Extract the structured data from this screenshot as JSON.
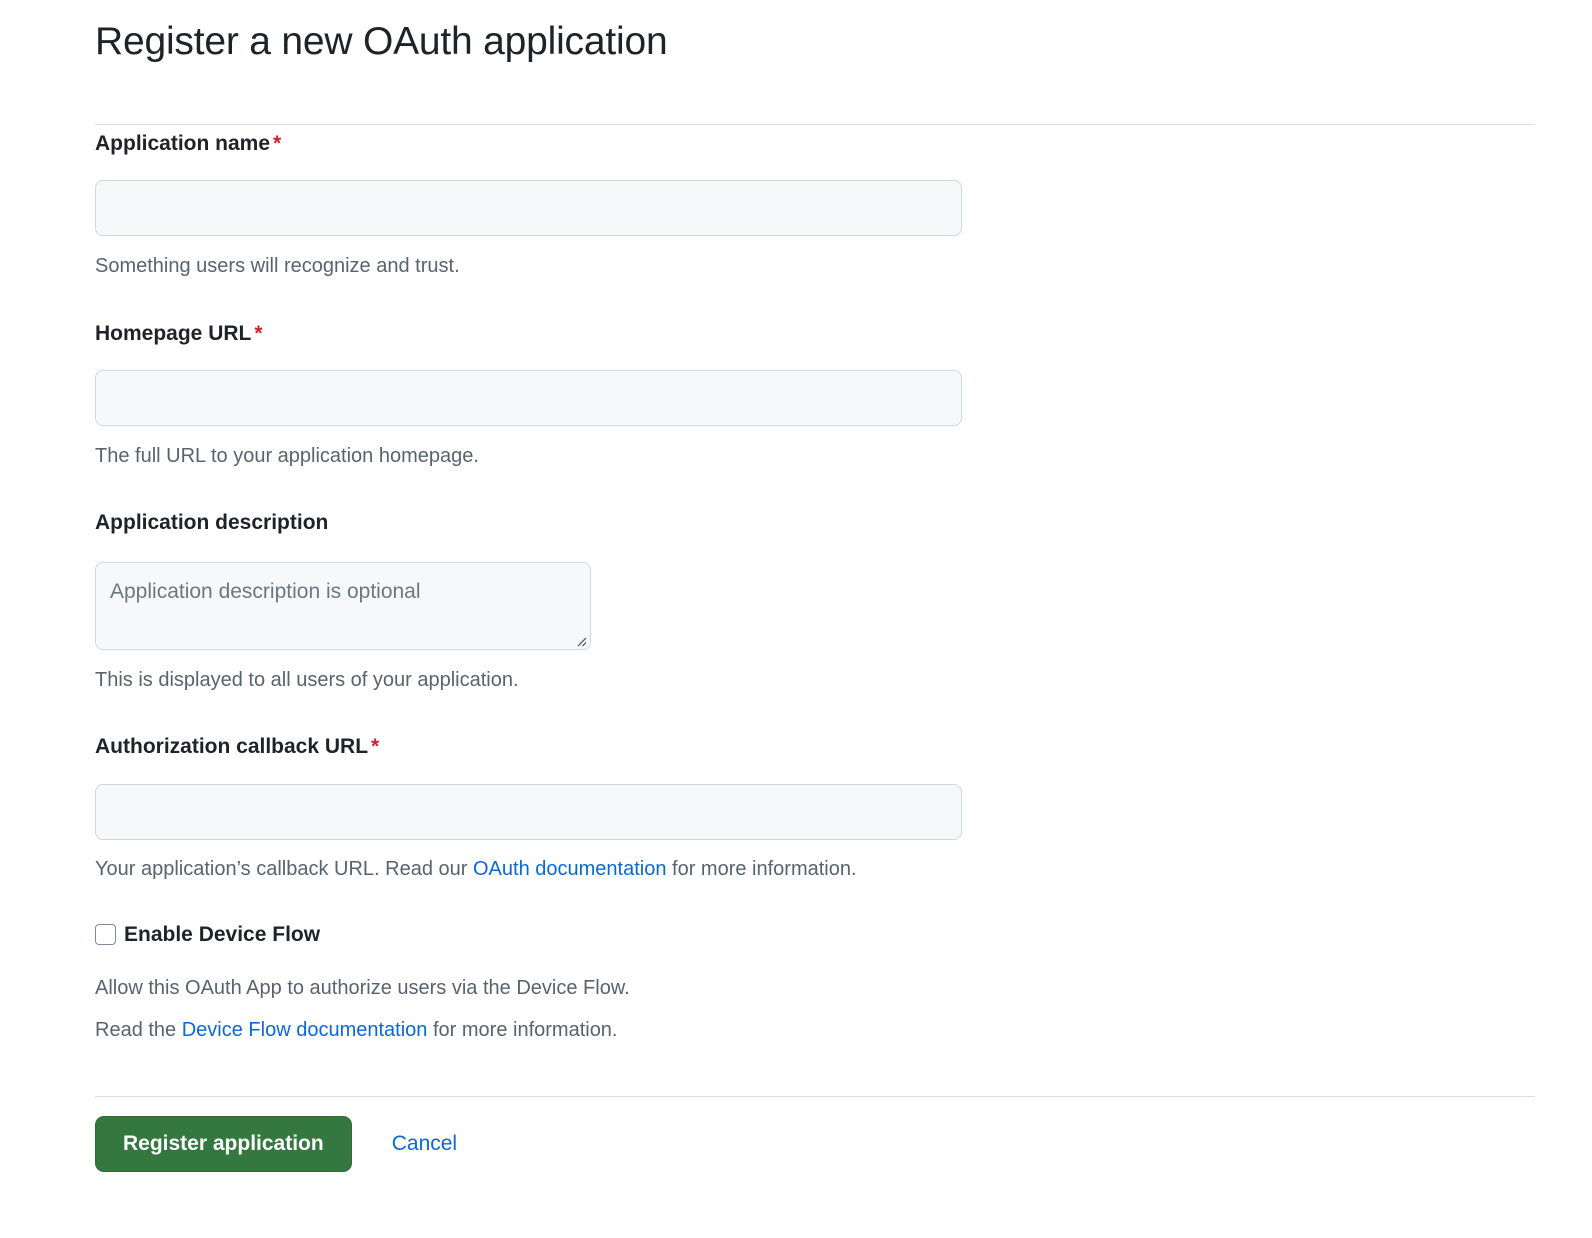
{
  "page": {
    "title": "Register a new OAuth application"
  },
  "fields": {
    "app_name": {
      "label": "Application name",
      "required_marker": "*",
      "value": "",
      "placeholder": "",
      "help": "Something users will recognize and trust."
    },
    "homepage_url": {
      "label": "Homepage URL",
      "required_marker": "*",
      "value": "",
      "placeholder": "",
      "help": "The full URL to your application homepage."
    },
    "app_description": {
      "label": "Application description",
      "required_marker": "",
      "value": "",
      "placeholder": "Application description is optional",
      "help": "This is displayed to all users of your application."
    },
    "callback_url": {
      "label": "Authorization callback URL",
      "required_marker": "*",
      "value": "",
      "placeholder": "",
      "help_before": "Your application’s callback URL. Read our ",
      "help_link": "OAuth documentation",
      "help_after": " for more information."
    }
  },
  "device_flow": {
    "checkbox_label": "Enable Device Flow",
    "checked": false,
    "help_line1": "Allow this OAuth App to authorize users via the Device Flow.",
    "help_line2_before": "Read the ",
    "help_line2_link": "Device Flow documentation",
    "help_line2_after": " for more information."
  },
  "actions": {
    "submit_label": "Register application",
    "cancel_label": "Cancel"
  },
  "colors": {
    "primary_button": "#34773f",
    "link": "#0969da",
    "required_star": "#cf222e",
    "input_bg": "#f6f8fa",
    "input_border": "#d0d7de",
    "help_text": "#59636e",
    "divider": "#d8dee4"
  }
}
